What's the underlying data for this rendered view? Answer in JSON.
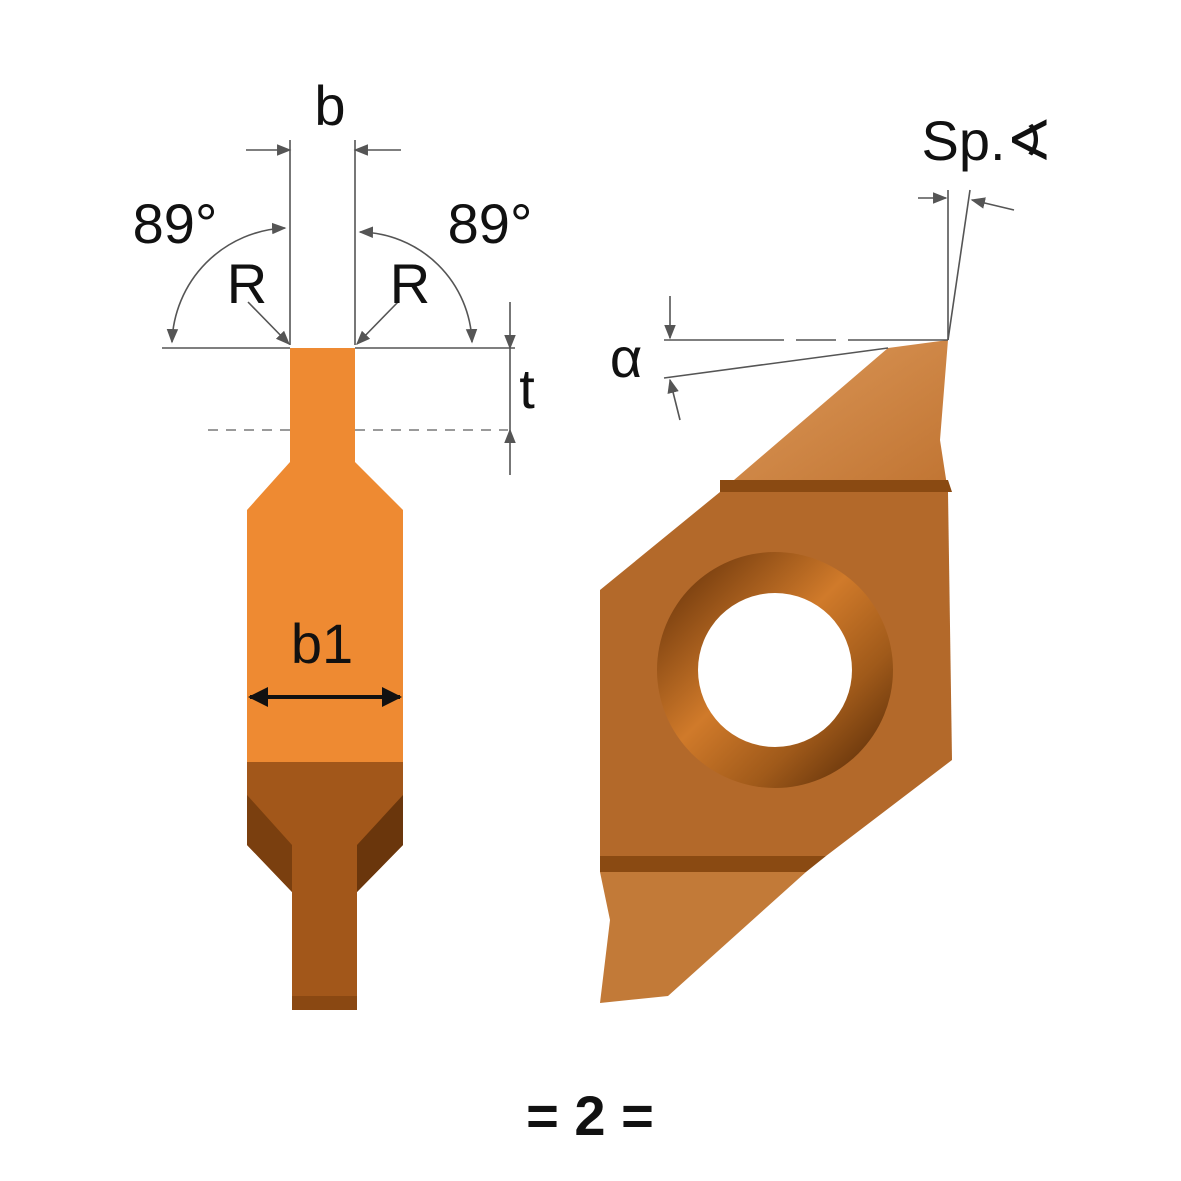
{
  "front_view": {
    "label_b": "b",
    "label_b1": "b1",
    "label_angle_left": "89°",
    "label_angle_right": "89°",
    "label_radius_left": "R",
    "label_radius_right": "R",
    "label_depth": "t"
  },
  "side_view": {
    "label_chip_angle": "Sp.∢",
    "label_clearance": "α"
  },
  "footer": {
    "label": "= 2 ="
  },
  "colors": {
    "insert_light": "#ee8a32",
    "insert_dark": "#a2571a",
    "insert_shadow": "#7a3f0f",
    "side_face": "#b3692a",
    "side_top": "#d48a4a",
    "bore_ring": "#8a4a12"
  }
}
